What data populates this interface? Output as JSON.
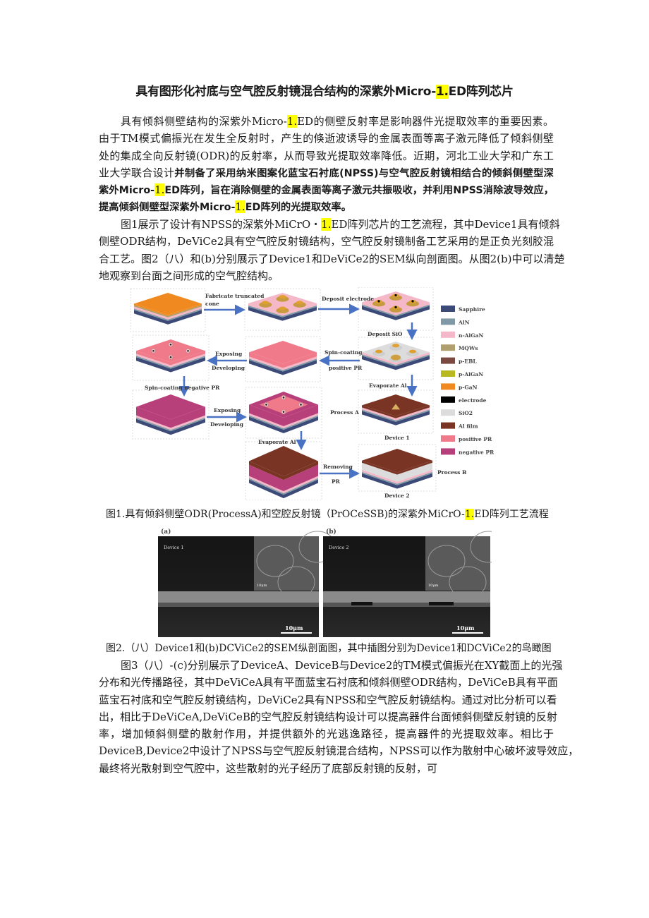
{
  "title": {
    "before": "具有图形化衬底与空气腔反射镜混合结构的深紫外Micro-",
    "highlight": "1.",
    "after": "ED阵列芯片"
  },
  "paragraphs": [
    {
      "lines": [
        [
          {
            "t": "具有倾斜侧壁结构的深紫外Micro-"
          },
          {
            "h": "1."
          },
          {
            "t": "ED的侧壁反射率是影响器件光提取效率的重要因素。"
          }
        ],
        [
          {
            "t": "由于TM模式偏振光在发生全反射时，产生的倏逝波诱导的金属表面等离子激元降低了倾斜侧壁"
          }
        ],
        [
          {
            "t": "处的集成全向反射镜(ODR)的反射率，从而导致光提取效率降低。近期，河北工业大学和广东工"
          }
        ],
        [
          {
            "t": "业大学联合设计"
          },
          {
            "b": "并制备了采用纳米图案化蓝宝石衬底(NPSS)与空气腔反射镜相结合的倾斜侧壁型深"
          }
        ],
        [
          {
            "b": "紫外Micro-"
          },
          {
            "h": "1."
          },
          {
            "b": "ED阵列，旨在消除侧壁的金属表面等离子激元共振吸收，并利用NPSS消除波导效应，"
          }
        ],
        [
          {
            "b": "提高倾斜侧壁型深紫外Micro-"
          },
          {
            "h": "1."
          },
          {
            "b": "ED阵列的光提取效率。"
          }
        ]
      ]
    },
    {
      "lines": [
        [
          {
            "t": "图1展示了设计有NPSS的深紫外MiCrO・"
          },
          {
            "h": "1."
          },
          {
            "t": "ED阵列芯片的工艺流程，其中Device1具有倾斜"
          }
        ],
        [
          {
            "t": "侧壁ODR结构，DeViCe2具有空气腔反射镜结构，空气腔反射镜制备工艺采用的是正负光刻胶混"
          }
        ],
        [
          {
            "t": "合工艺。图2（八）和(b)分别展示了Device1和DeViCe2的SEM纵向剖面图。从图2(b)中可以清楚"
          }
        ],
        [
          {
            "t": "地观察到台面之间形成的空气腔结构。"
          }
        ]
      ]
    },
    {
      "lines": [
        [
          {
            "t": "图3（八）-(c)分别展示了DeviceA、DeviceB与Device2的TM模式偏振光在XY截面上的光强"
          }
        ],
        [
          {
            "t": "分布和光传播路径，其中DeViCeA具有平面蓝宝石衬底和倾斜侧壁ODR结构，DeViCeB具有平面"
          }
        ],
        [
          {
            "t": "蓝宝石衬底和空气腔反射镜结构，DeViCe2具有NPSS和空气腔反射镜结构。通过对比分析可以看"
          }
        ],
        [
          {
            "t": "出，相比于DeViCeA,DeViCeB的空气腔反射镜结构设计可以提高器件台面倾斜侧壁反射镜的反射"
          }
        ],
        [
          {
            "t": "率，增加倾斜侧壁的散射作用，并提供额外的光逃逸路径，提高器件的光提取效率。相比于"
          }
        ],
        [
          {
            "t": "DeviceB,Device2中设计了NPSS与空气腔反射镜混合结构，NPSS可以作为散射中心破坏波导效应，"
          }
        ],
        [
          {
            "t": "最终将光散射到空气腔中，这些散射的光子经历了底部反射镜的反射，可"
          }
        ]
      ]
    }
  ],
  "figure1": {
    "caption": [
      {
        "t": "图1.具有倾斜侧壁ODR(ProcessA)和空腔反射镜（PrOCeSSB)的深紫外MiCrO-"
      },
      {
        "h": "1."
      },
      {
        "t": "ED阵列工艺流程"
      }
    ],
    "step_labels": {
      "fabricate": [
        "Fabricate truncated",
        "cone"
      ],
      "deposit_electrode": "Deposit electrode",
      "deposit_sio2": "Deposit SiO",
      "spin_positive": [
        "Spin-coating",
        "positive PR"
      ],
      "exposing1": [
        "Exposing",
        "Developing"
      ],
      "spin_negative": "Spin-coating   negative PR",
      "exposing2": [
        "Exposing",
        "Developing"
      ],
      "evaporate_al1": "Evaporate Al",
      "evaporate_al2": "Evaporate Al",
      "process_a": "Process A",
      "device1": "Device 1",
      "removing": [
        "Removing",
        "PR"
      ],
      "process_b": "Process B",
      "device2": "Device 2"
    },
    "legend": [
      {
        "label": "Sapphire",
        "color": "#3c4a78"
      },
      {
        "label": "AlN",
        "color": "#7f9aa6"
      },
      {
        "label": "n-AlGaN",
        "color": "#f4b8c8"
      },
      {
        "label": "MQWs",
        "color": "#b0a070"
      },
      {
        "label": "p-EBL",
        "color": "#7a4a40"
      },
      {
        "label": "p-AlGaN",
        "color": "#b8b820"
      },
      {
        "label": "p-GaN",
        "color": "#f08a20"
      },
      {
        "label": "electrode",
        "color": "#000000"
      },
      {
        "label": "SiO2",
        "color": "#dcdcdc"
      },
      {
        "label": "Al film",
        "color": "#7a3424"
      },
      {
        "label": "positive PR",
        "color": "#f07a8a"
      },
      {
        "label": "negative PR",
        "color": "#b8407a"
      }
    ],
    "arrow_color": "#4a72c4"
  },
  "figure2": {
    "caption": "图2.（八）Device1和(b)DCViCe2的SEM纵剖面图，其中插图分别为Device1和DCViCe2的鸟瞰图",
    "panels": [
      {
        "tag": "(a)",
        "label": "Device 1",
        "scale": "10μm",
        "inset_scale": "10μm"
      },
      {
        "tag": "(b)",
        "label": "Device 2",
        "scale": "10μm",
        "inset_scale": "10μm"
      }
    ]
  }
}
